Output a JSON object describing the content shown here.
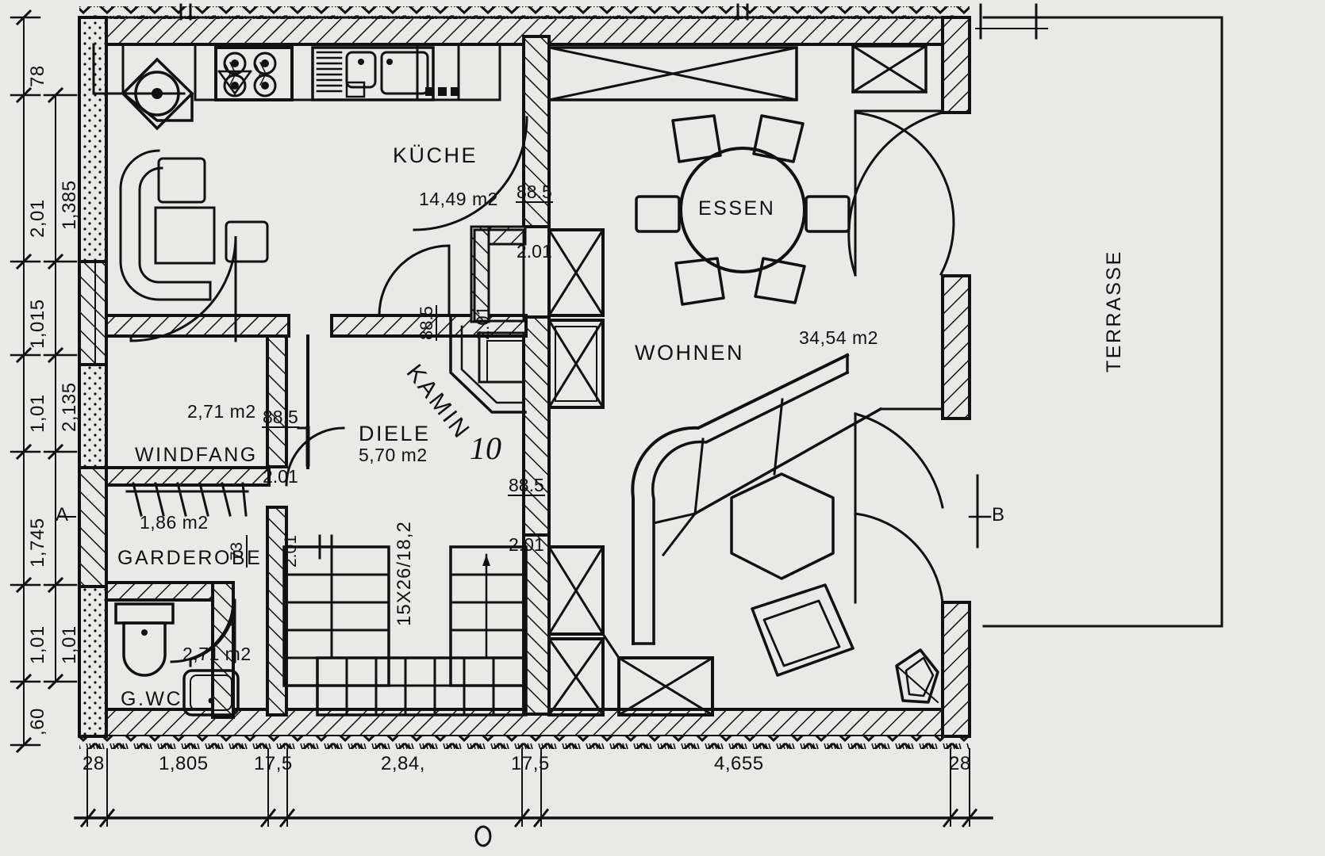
{
  "drawing": {
    "type": "architectural-floor-plan",
    "language": "de",
    "background_color": "#e9e9e7",
    "ink_color": "#111111"
  },
  "rooms": [
    {
      "id": "kueche",
      "name": "KÜCHE",
      "area": "14,49 m2"
    },
    {
      "id": "essen",
      "name": "ESSEN",
      "area": ""
    },
    {
      "id": "wohnen",
      "name": "WOHNEN",
      "area": "34,54 m2"
    },
    {
      "id": "diele",
      "name": "DIELE",
      "area": "5,70 m2"
    },
    {
      "id": "windfang",
      "name": "WINDFANG",
      "area": "2,71 m2"
    },
    {
      "id": "garderobe",
      "name": "GARDEROBE",
      "area": "1,86 m2"
    },
    {
      "id": "gwc",
      "name": "G.WC",
      "area": "2,71 m2"
    },
    {
      "id": "terrasse",
      "name": "TERRASSE",
      "area": ""
    }
  ],
  "annotations": {
    "kamin": "KAMIN",
    "stair_spec": "15X26/18,2",
    "handwritten_note": "10"
  },
  "door_codes": [
    {
      "id": "kueche-door",
      "width": "88.5",
      "height": "2.01"
    },
    {
      "id": "diele-door",
      "width": "88.5",
      "height": "2.01"
    },
    {
      "id": "windfang-door",
      "width": "88.5",
      "height": "2.01"
    },
    {
      "id": "kamin-door",
      "width": "88.5",
      "height": "2.01"
    },
    {
      "id": "gwc-door",
      "width": "73",
      "height": "2.01"
    }
  ],
  "dimensions": {
    "left_outer": [
      "78",
      "2,01",
      "1,015",
      "1,01",
      "1,745",
      "1,01",
      ",60"
    ],
    "left_inner": [
      "1,385",
      "2,135",
      "1,01"
    ],
    "bottom": [
      "28",
      "1,805",
      "17,5",
      "2,84,",
      "17,5",
      "4,655",
      "28"
    ]
  },
  "section_markers": {
    "left": "A",
    "right": "B"
  }
}
